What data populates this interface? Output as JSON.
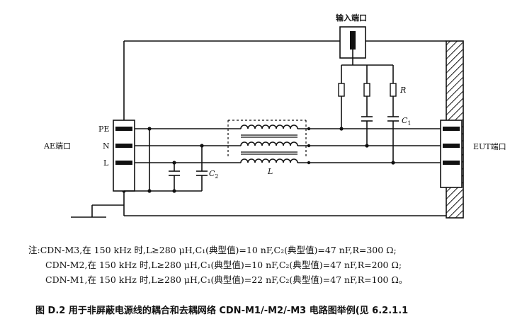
{
  "diagram": {
    "labels": {
      "input_port": "输入端口",
      "ae_port": "AE端口",
      "eut_port": "EUT端口",
      "pe": "PE",
      "n": "N",
      "l": "L",
      "r": "R",
      "c1": "C",
      "c1_sub": "1",
      "c2": "C",
      "c2_sub": "2",
      "inductor": "L"
    }
  },
  "notes": [
    "注:CDN-M3,在 150 kHz 时,L≥280 μH,C₁(典型值)=10 nF,C₂(典型值)=47 nF,R=300 Ω;",
    "CDN-M2,在 150 kHz 时,L≥280 μH,C₁(典型值)=10 nF,C₂(典型值)=47 nF,R=200 Ω;",
    "CDN-M1,在 150 kHz 时,L≥280 μH,C₁(典型值)=22 nF,C₂(典型值)=47 nF,R=100 Ω。"
  ],
  "caption": "图 D.2   用于非屏蔽电源线的耦合和去耦网络 CDN-M1/-M2/-M3 电路图举例(见 6.2.1.1"
}
